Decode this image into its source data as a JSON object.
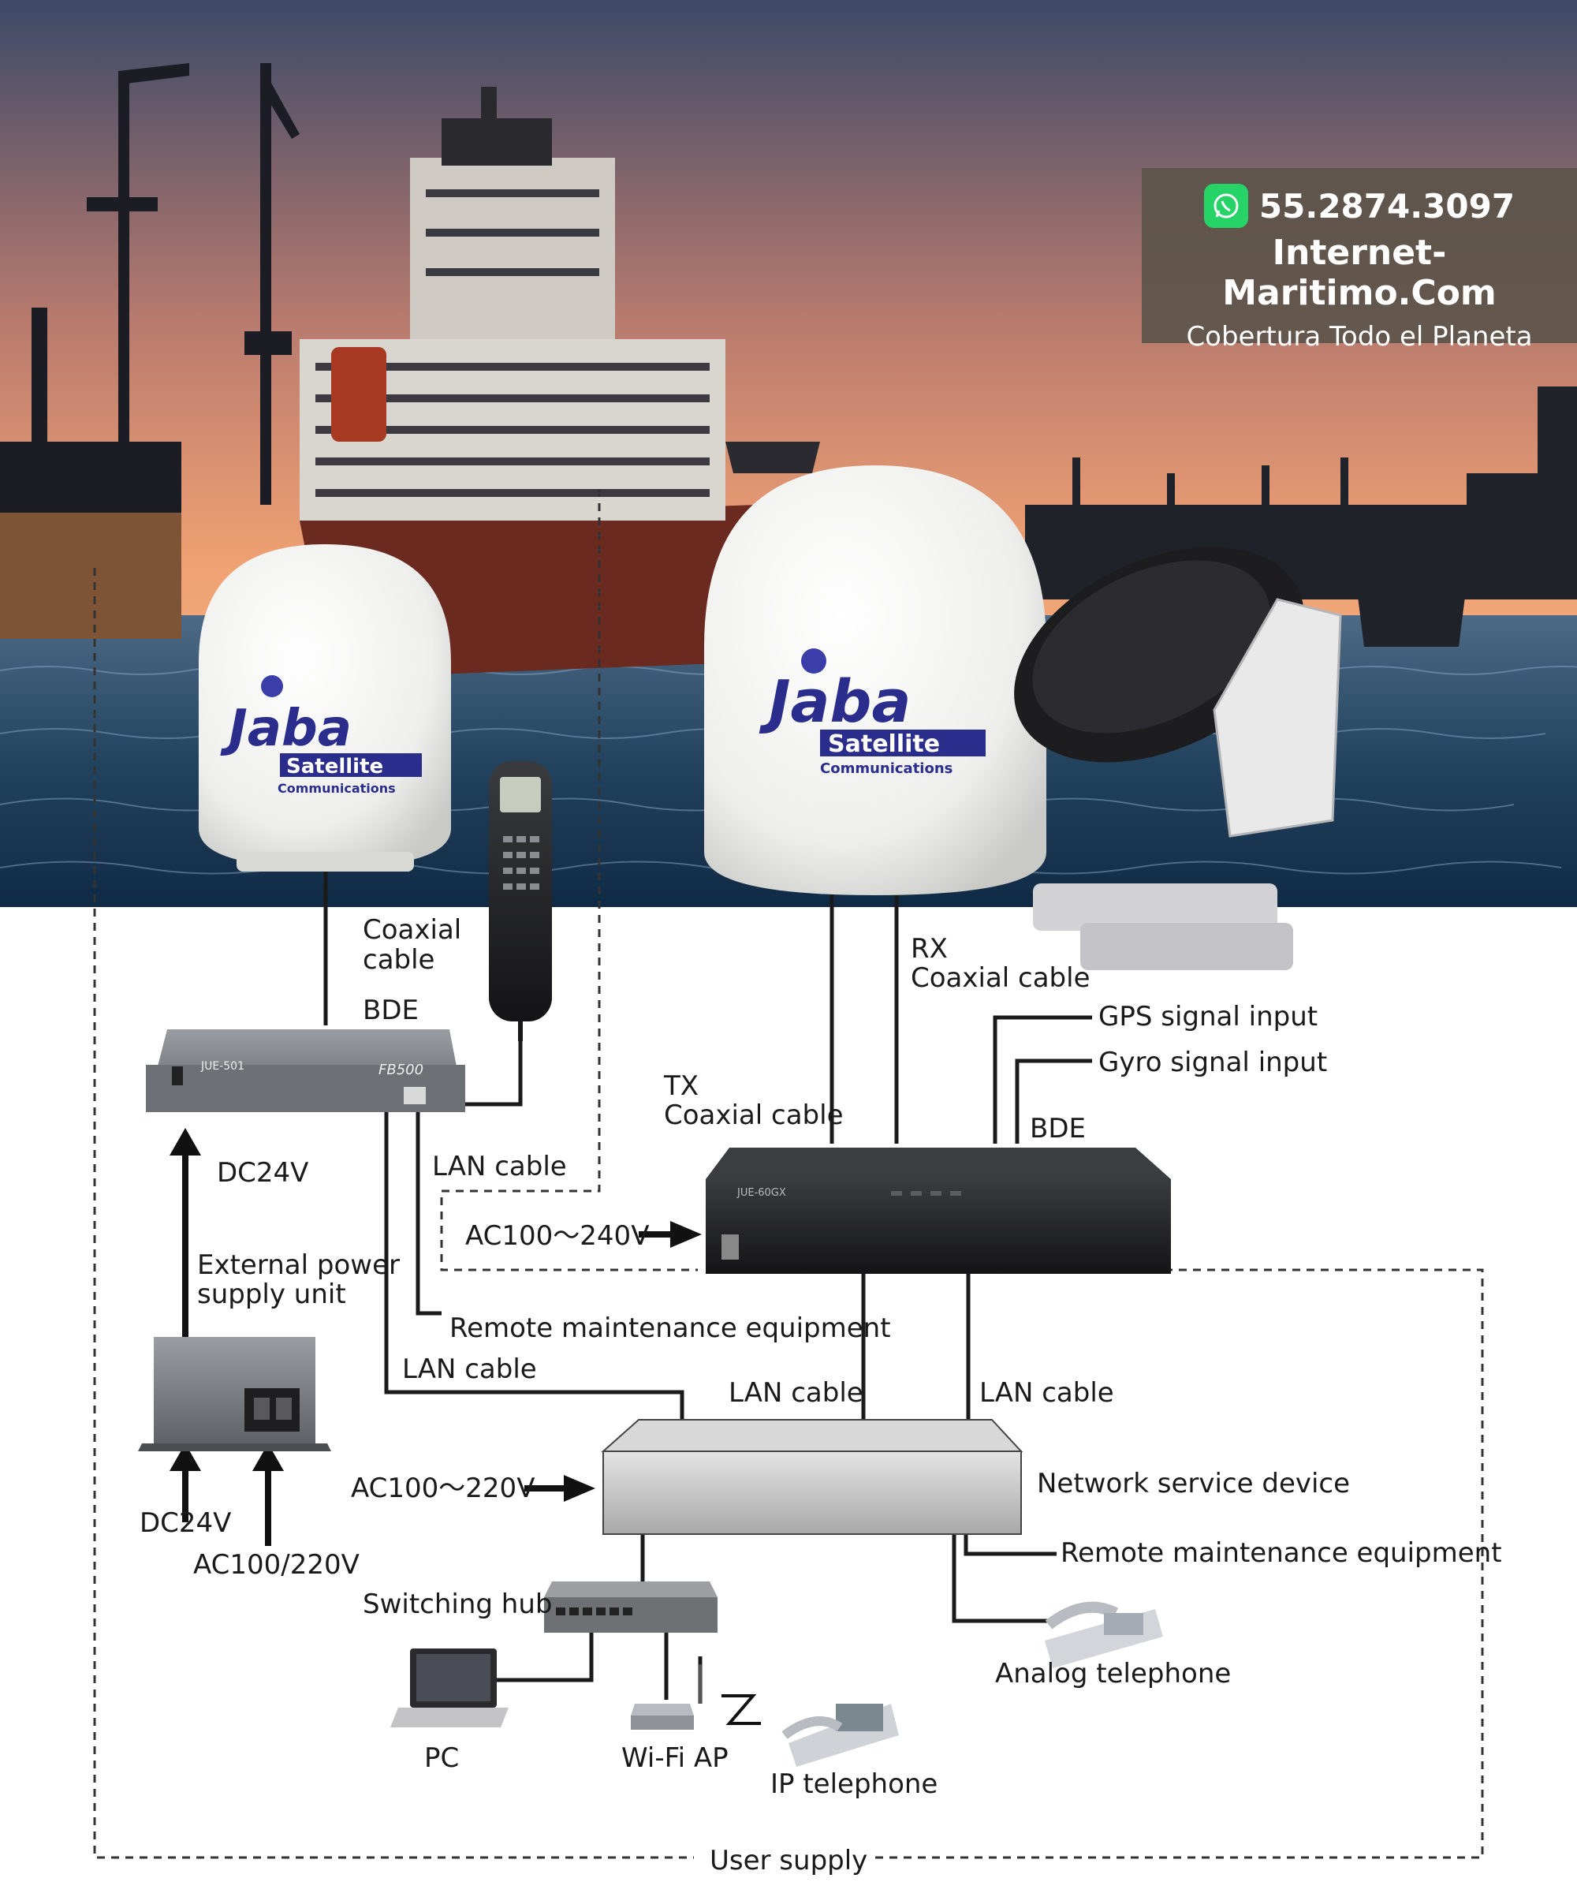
{
  "banner": {
    "phone": "55.2874.3097",
    "website": "Internet-Maritimo.Com",
    "tagline": "Cobertura Todo el Planeta"
  },
  "brand": {
    "name": "Jaba",
    "line1": "Satellite",
    "line2": "Communications"
  },
  "labels": {
    "coaxial_cable": [
      "Coaxial",
      "cable"
    ],
    "bde_small": "BDE",
    "dc24v_top": "DC24V",
    "lan_cable_left": "LAN cable",
    "external_power": [
      "External power",
      "supply unit"
    ],
    "ac100_240": "AC100～240V",
    "remote_maint_left": "Remote maintenance equipment",
    "lan_cable_bottom_left": "LAN cable",
    "dc24v_bottom": "DC24V",
    "ac100_220_psu": "AC100/220V",
    "rx_coaxial": [
      "RX",
      "Coaxial cable"
    ],
    "tx_coaxial": [
      "TX",
      "Coaxial cable"
    ],
    "gps_input": "GPS signal input",
    "gyro_input": "Gyro signal input",
    "bde_large": "BDE",
    "lan_cable_mid1": "LAN cable",
    "lan_cable_mid2": "LAN cable",
    "ac100_220_nsd": "AC100～220V",
    "network_service_device": "Network service device",
    "remote_maint_right": "Remote maintenance equipment",
    "switching_hub": "Switching hub",
    "analog_telephone": "Analog telephone",
    "pc": "PC",
    "wifi_ap": "Wi-Fi AP",
    "ip_telephone": "IP telephone",
    "user_supply": "User supply"
  },
  "device_text": {
    "small_bde_model": "JUE-501",
    "small_bde_product": "FB500",
    "large_bde_model": "JUE-60GX"
  },
  "colors": {
    "sky_top": "#3a4a66",
    "sky_mid": "#e89a6a",
    "sea": "#1e3d5c",
    "dome": "#f2f2f0",
    "brand_blue": "#2b2d8c",
    "device_grey": "#7a7d82",
    "banner_bg": "#5c544a",
    "whatsapp": "#25d366"
  }
}
